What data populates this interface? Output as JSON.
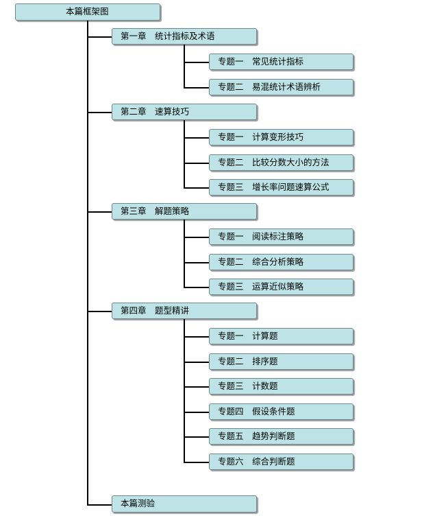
{
  "title": "本篇框架图",
  "chapters": [
    {
      "label": "第一章　统计指标及术语",
      "topics": [
        "专题一　常见统计指标",
        "专题二　易混统计术语辨析"
      ]
    },
    {
      "label": "第二章　速算技巧",
      "topics": [
        "专题一　计算变形技巧",
        "专题二　比较分数大小的方法",
        "专题三　增长率问题速算公式"
      ]
    },
    {
      "label": "第三章　解题策略",
      "topics": [
        "专题一　阅读标注策略",
        "专题二　综合分析策略",
        "专题三　运算近似策略"
      ]
    },
    {
      "label": "第四章　题型精讲",
      "topics": [
        "专题一　计算题",
        "专题二　排序题",
        "专题三　计数题",
        "专题四　假设条件题",
        "专题五　趋势判断题",
        "专题六　综合判断题"
      ]
    }
  ],
  "final": "本篇测验",
  "colors": {
    "box_fill": "#bde3e6",
    "box_border": "#6f8a8f",
    "line": "#000000"
  }
}
